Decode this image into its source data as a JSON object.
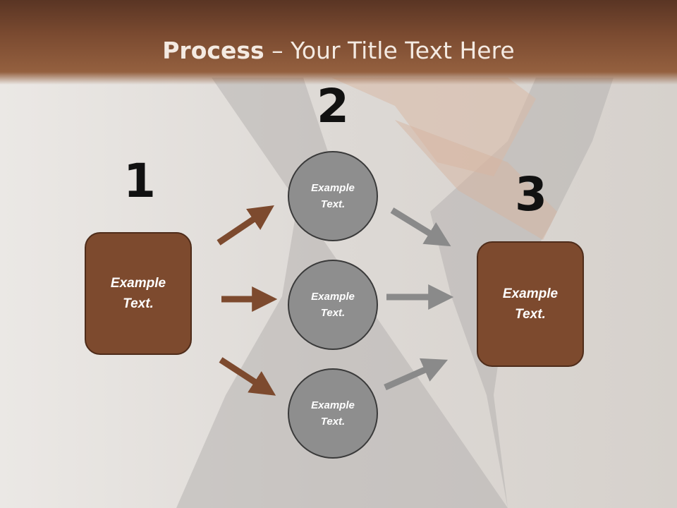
{
  "slide": {
    "title_bold": "Process",
    "title_rest": " – Your Title Text Here"
  },
  "steps": {
    "step1_number": "1",
    "step2_number": "2",
    "step3_number": "3"
  },
  "boxes": {
    "left": {
      "line1": "Example",
      "line2": "Text."
    },
    "right": {
      "line1": "Example",
      "line2": "Text."
    }
  },
  "circles": [
    {
      "line1": "Example",
      "line2": "Text."
    },
    {
      "line1": "Example",
      "line2": "Text."
    },
    {
      "line1": "Example",
      "line2": "Text."
    }
  ],
  "colors": {
    "header": "#7a4a30",
    "box_fill": "#7d4a2e",
    "brown_arrow": "#7d4a2e",
    "gray_arrow": "#8a8a8a",
    "circle_fill": "#8e8e8e"
  },
  "icons": {
    "background_photo": "woman-in-sparkly-black-dress-photo"
  }
}
